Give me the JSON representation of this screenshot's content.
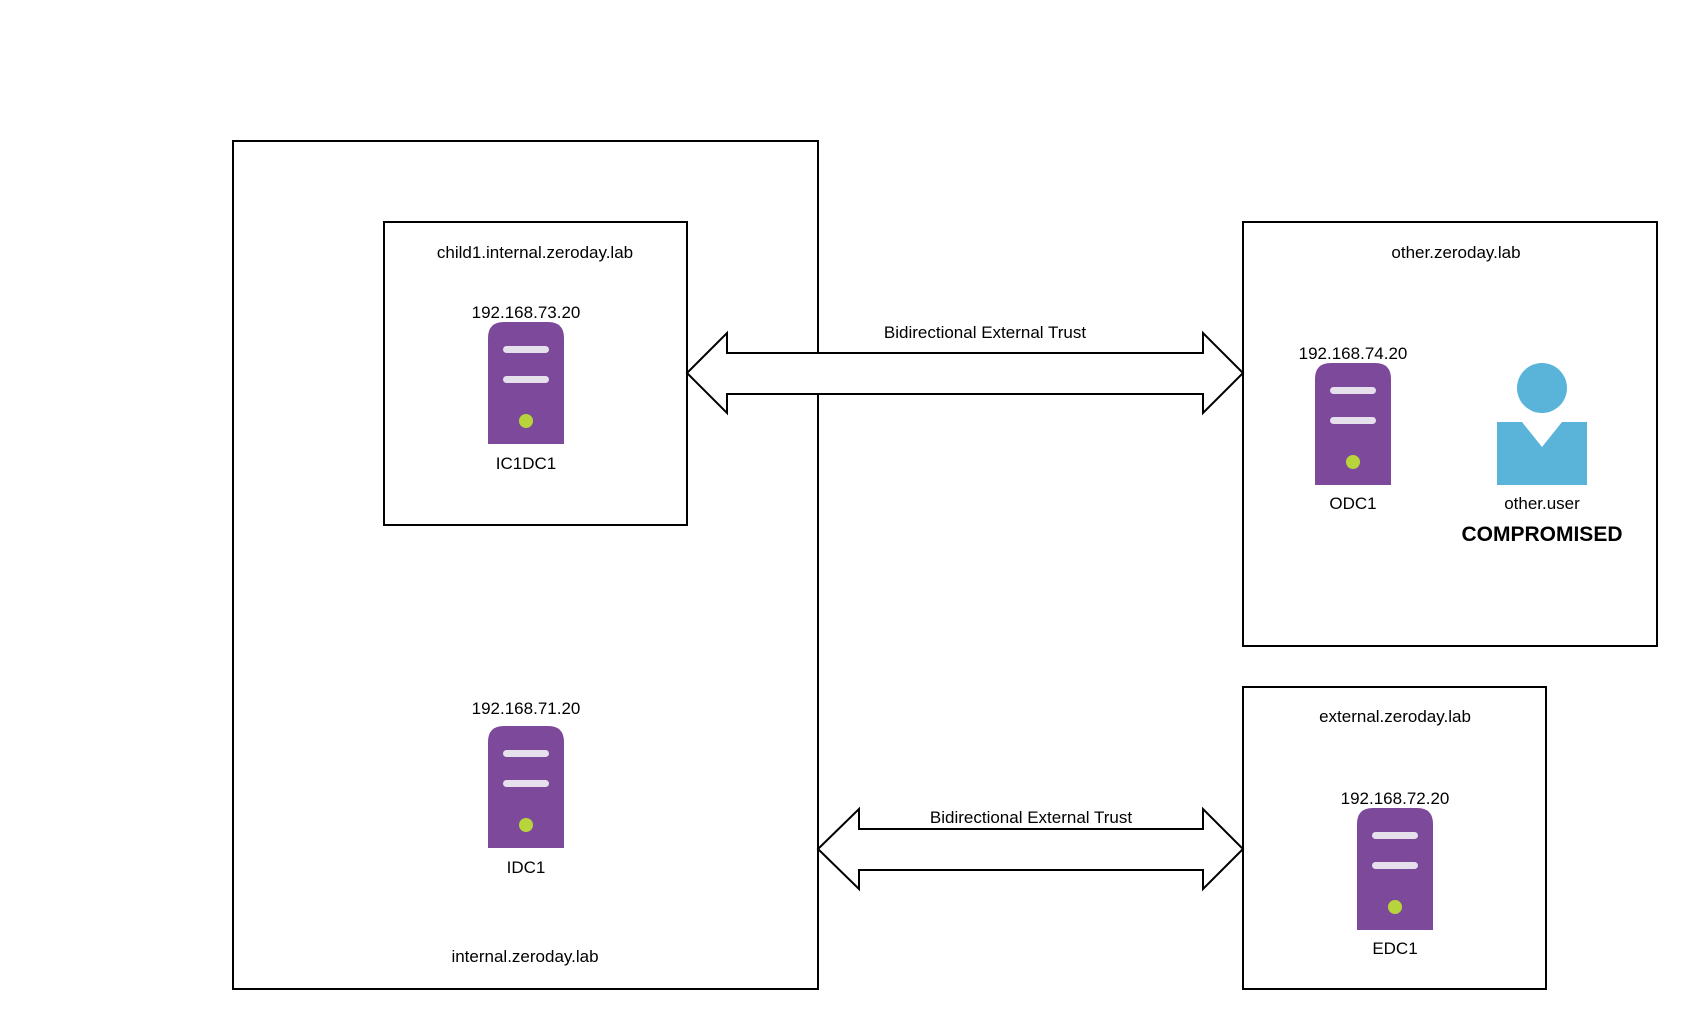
{
  "colors": {
    "server": "#7d4a9b",
    "server_slot": "#e6e0ec",
    "server_led": "#b7d43a",
    "user": "#5ab4da",
    "border": "#000000"
  },
  "domains": {
    "internal": {
      "label": "internal.zeroday.lab"
    },
    "child": {
      "label": "child1.internal.zeroday.lab"
    },
    "other": {
      "label": "other.zeroday.lab"
    },
    "external": {
      "label": "external.zeroday.lab"
    }
  },
  "servers": {
    "ic1dc1": {
      "ip": "192.168.73.20",
      "name": "IC1DC1",
      "icon": "server-icon"
    },
    "idc1": {
      "ip": "192.168.71.20",
      "name": "IDC1",
      "icon": "server-icon"
    },
    "odc1": {
      "ip": "192.168.74.20",
      "name": "ODC1",
      "icon": "server-icon"
    },
    "edc1": {
      "ip": "192.168.72.20",
      "name": "EDC1",
      "icon": "server-icon"
    }
  },
  "user": {
    "name": "other.user",
    "status": "COMPROMISED",
    "icon": "user-icon"
  },
  "trusts": {
    "child_other": {
      "label": "Bidirectional External Trust"
    },
    "internal_external": {
      "label": "Bidirectional External Trust"
    }
  }
}
